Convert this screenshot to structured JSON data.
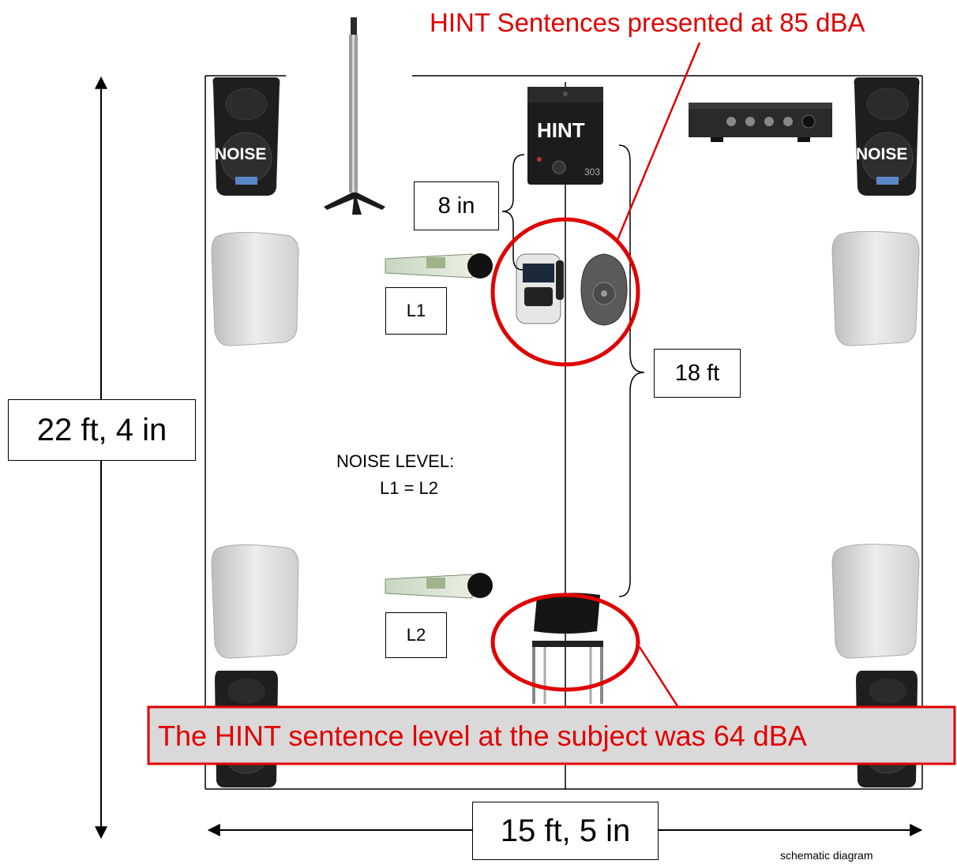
{
  "header": {
    "top_annotation": "HINT Sentences presented at 85 dBA"
  },
  "room": {
    "height_label": "22 ft, 4 in",
    "width_label": "15 ft, 5 in",
    "distance_label": "18 ft",
    "gap_label": "8 in"
  },
  "speakers": {
    "noise_label_left": "NOISE",
    "noise_label_right": "NOISE",
    "hint_label": "HINT"
  },
  "meters": {
    "l1_label": "L1",
    "l2_label": "L2"
  },
  "noise_level": {
    "line1": "NOISE LEVEL:",
    "line2": "L1 = L2"
  },
  "banner": {
    "text": "The HINT sentence level at the subject was 64 dBA"
  },
  "footer": {
    "caption": "schematic diagram"
  },
  "colors": {
    "annotation_red": "#e00000",
    "banner_fill": "#d9d9d9"
  },
  "icons": [
    "noise-loudspeaker-icon",
    "mic-stand-icon",
    "hint-speaker-icon",
    "amplifier-icon",
    "wall-speaker-icon",
    "sound-level-meter-icon",
    "handheld-device-icon",
    "remote-control-icon",
    "chair-icon"
  ]
}
